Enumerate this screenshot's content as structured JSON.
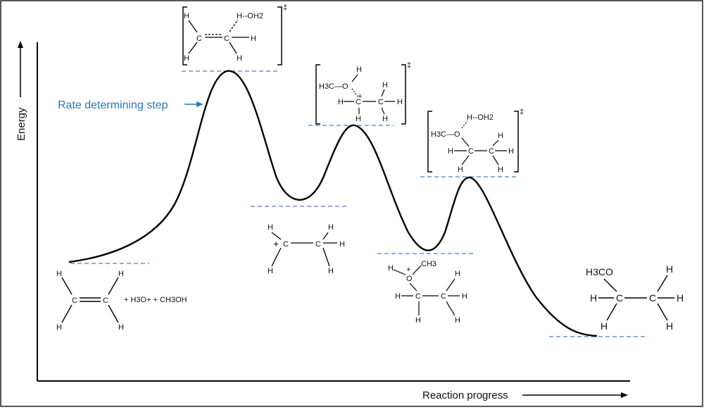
{
  "axes": {
    "y_label": "Energy",
    "x_label": "Reaction progress"
  },
  "annotation": {
    "label": "Rate determining step",
    "color": "#2e75b6"
  },
  "level_line_color": "#4a7fc1",
  "curve_color": "#000000",
  "species": {
    "reactants": {
      "extra": "+ H3O+ + CH3OH"
    },
    "ts1": {
      "group": "H--OH2",
      "dagger": "‡"
    },
    "intermediate1": {
      "charge": "+"
    },
    "ts2": {
      "group": "H3C—O",
      "charge": "+",
      "dagger": "‡"
    },
    "intermediate2": {
      "group": "CH3",
      "charge": "+"
    },
    "ts3": {
      "group": "H--OH2",
      "left": "H3C—O",
      "dagger": "‡"
    },
    "product": {
      "group": "H3CO"
    }
  },
  "atoms": {
    "C": "C",
    "H": "H",
    "O": "O",
    "double_bond": "══"
  }
}
